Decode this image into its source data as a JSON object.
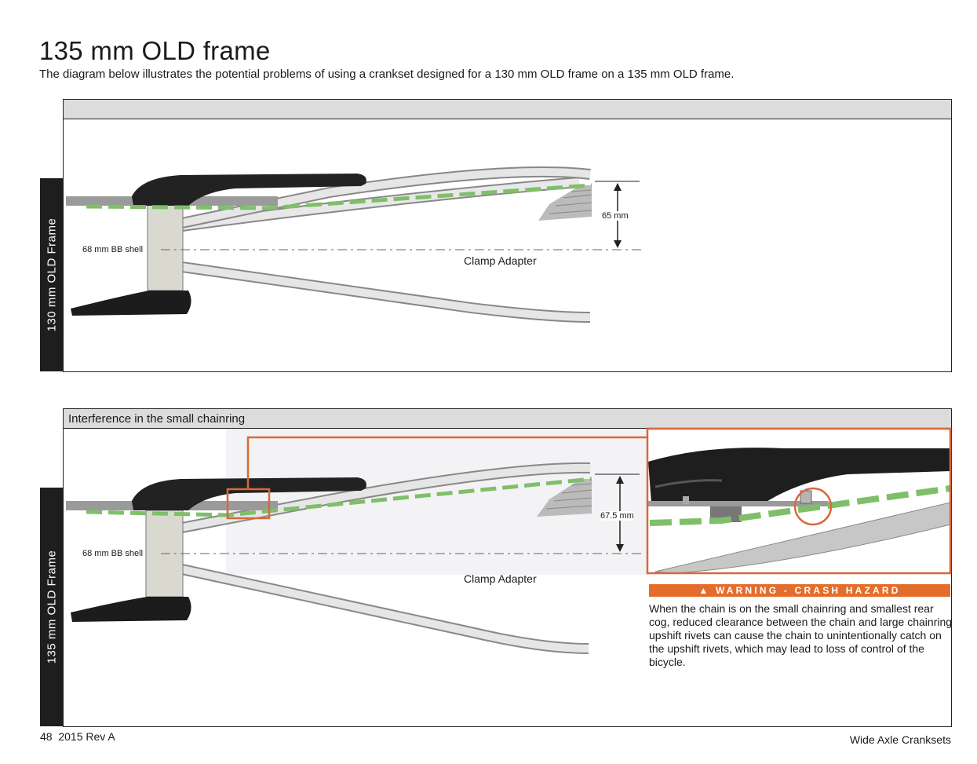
{
  "title": "135 mm OLD frame",
  "subtitle": "The diagram below illustrates the potential problems of using a crankset designed for a 130 mm OLD frame on a 135 mm OLD frame.",
  "panel_top": {
    "header": "",
    "side_label": "130 mm OLD Frame",
    "bb_label": "68 mm BB shell",
    "clamp_label": "Clamp Adapter",
    "dimension": "65 mm"
  },
  "panel_bottom": {
    "header": "Interference in the small chainring",
    "side_label": "135 mm OLD Frame",
    "bb_label": "68 mm BB shell",
    "clamp_label": "Clamp Adapter",
    "dimension": "67.5 mm"
  },
  "warning": {
    "title": "WARNING - CRASH HAZARD",
    "icon": "warning-triangle-icon",
    "text": "When the chain is on the small chainring and smallest rear cog, reduced clearance between the chain and large chainring upshift rivets can cause the chain to unintentionally catch on the upshift rivets, which may lead to loss of control of the bicycle."
  },
  "footer": {
    "left": "48  2015 Rev A",
    "right": "Wide Axle Cranksets"
  },
  "colors": {
    "chainline": "#7fbf6a",
    "highlight": "#d9683a",
    "warning": "#e46d2c"
  }
}
